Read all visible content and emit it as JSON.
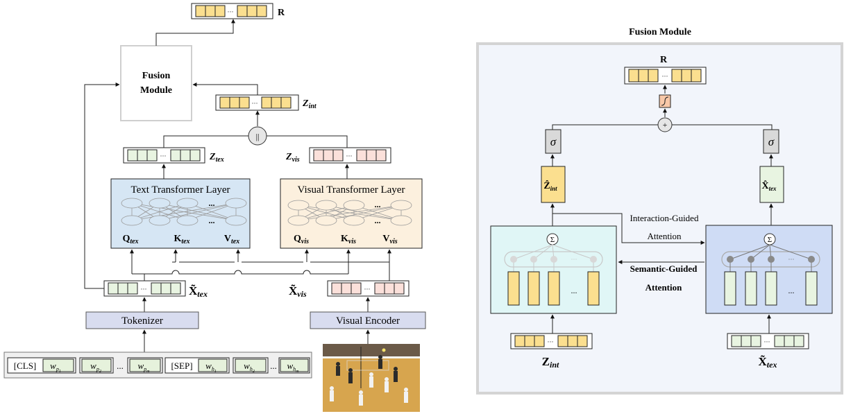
{
  "colors": {
    "text_box_fill": "#d6e6f4",
    "visual_box_fill": "#fcf0de",
    "fusion_panel_bg": "#f2f5fb",
    "fusion_panel_border": "#d4d4d4",
    "fusion_node_border": "#c8c8c8",
    "token_fill": "#e6f2dc",
    "green_vec_fill": "#e8f4e1",
    "pink_vec_fill": "#fbe0da",
    "yellow_vec_fill": "#fbdf8f",
    "tokenizer_fill": "#d8dcef",
    "cyan_block_fill": "#e0f6f6",
    "blue_block_fill": "#cfdcf5",
    "sigma_fill": "#d9d9d9",
    "gelu_fill": "#f8c8a8",
    "photo_court": "#d7a54e"
  },
  "left": {
    "output_label": "R",
    "fusion_module_label_line1": "Fusion",
    "fusion_module_label_line2": "Module",
    "z_int_label": "Z",
    "z_int_sub": "int",
    "concat_symbol": "||",
    "z_tex_label": "Z",
    "z_tex_sub": "tex",
    "z_vis_label": "Z",
    "z_vis_sub": "vis",
    "text_transformer_title": "Text Transformer Layer",
    "visual_transformer_title": "Visual Transformer Layer",
    "dots": "...",
    "ellipsis": "···",
    "q_tex": "Q",
    "q_tex_sub": "tex",
    "k_tex": "K",
    "k_tex_sub": "tex",
    "v_tex": "V",
    "v_tex_sub": "tex",
    "q_vis": "Q",
    "q_vis_sub": "vis",
    "k_vis": "K",
    "k_vis_sub": "vis",
    "v_vis": "V",
    "v_vis_sub": "vis",
    "x_tex_label": "X̃",
    "x_tex_sub": "tex",
    "x_vis_label": "X̃",
    "x_vis_sub": "vis",
    "tokenizer_label": "Tokenizer",
    "visual_encoder_label": "Visual Encoder",
    "tokens": {
      "cls": "[CLS]",
      "sep": "[SEP]",
      "w": "w",
      "p1": "p",
      "p1_sub": "1",
      "p2": "p",
      "p2_sub": "2",
      "pm": "p",
      "pm_sub": "m",
      "h1": "h",
      "h1_sub": "1",
      "h2": "h",
      "h2_sub": "2",
      "hm": "h",
      "hm_sub": "m"
    }
  },
  "right": {
    "title": "Fusion Module",
    "output_label": "R",
    "plus_symbol": "+",
    "sigma_symbol": "σ",
    "z_hat_label": "Ẑ",
    "z_hat_sub": "int",
    "x_hat_label": "X̂",
    "x_hat_sub": "tex",
    "interaction_guided_line1": "Interaction-Guided",
    "interaction_guided_line2": "Attention",
    "semantic_guided_line1": "Semantic-Guided",
    "semantic_guided_line2": "Attention",
    "sum_symbol": "Σ",
    "dots": "...",
    "ellipsis": "···",
    "z_int_label": "Z",
    "z_int_sub": "int",
    "x_tex_label": "X̃",
    "x_tex_sub": "tex"
  }
}
